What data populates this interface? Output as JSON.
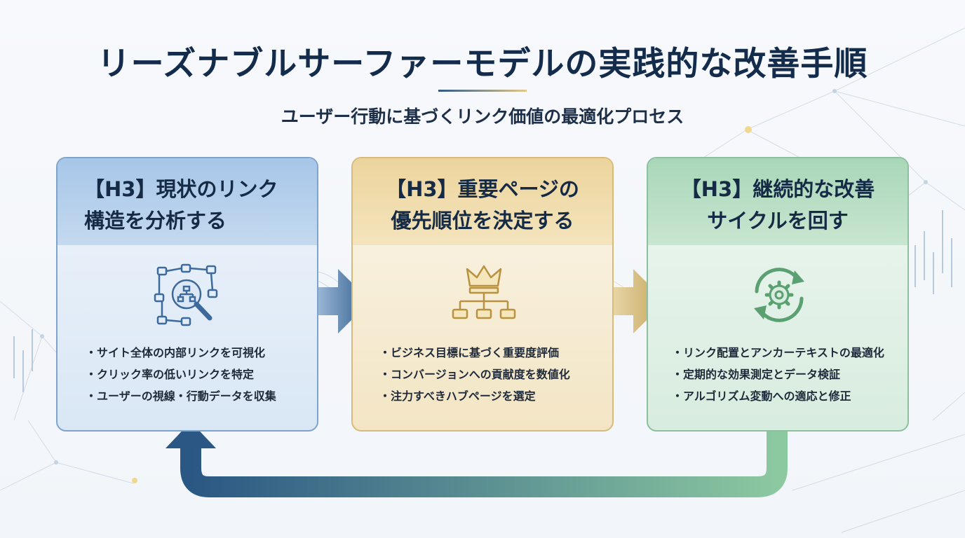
{
  "title": "リーズナブルサーファーモデルの実践的な改善手順",
  "subtitle": "ユーザー行動に基づくリンク価値の最適化プロセス",
  "colors": {
    "navy": "#142c4c",
    "blue": "#7ea3cc",
    "gold": "#d7bb7a",
    "green": "#8cc09f",
    "loop_start": "#2a5784",
    "loop_end": "#8cc8a0"
  },
  "steps": [
    {
      "heading_line1": "【H3】現状のリンク",
      "heading_line2": "構造を分析する",
      "icon": "network-magnifier-icon",
      "bullets": [
        "サイト全体の内部リンクを可視化",
        "クリック率の低いリンクを特定",
        "ユーザーの視線・行動データを収集"
      ]
    },
    {
      "heading_line1": "【H3】重要ページの",
      "heading_line2": "優先順位を決定する",
      "icon": "crown-hierarchy-icon",
      "bullets": [
        "ビジネス目標に基づく重要度評価",
        "コンバージョンへの貢献度を数値化",
        "注力すべきハブページを選定"
      ]
    },
    {
      "heading_line1": "【H3】継続的な改善",
      "heading_line2": "サイクルを回す",
      "icon": "gear-cycle-icon",
      "bullets": [
        "リンク配置とアンカーテキストの最適化",
        "定期的な効果測定とデータ検証",
        "アルゴリズム変動への適応と修正"
      ]
    }
  ]
}
